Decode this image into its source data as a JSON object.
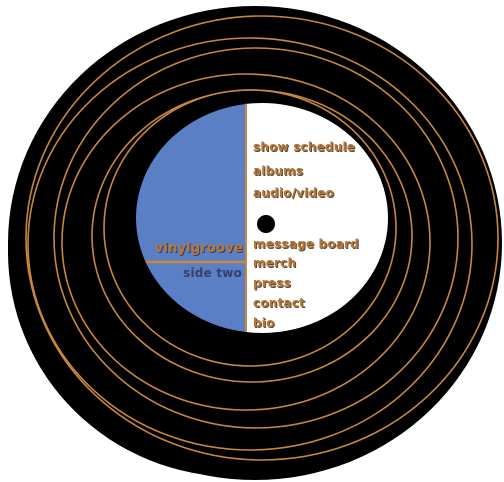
{
  "brand": {
    "title": "vinylgroove",
    "side": "side two"
  },
  "nav": {
    "items": [
      {
        "id": "show-schedule",
        "label": "show schedule"
      },
      {
        "id": "albums",
        "label": "albums"
      },
      {
        "id": "audio-video",
        "label": "audio/video"
      },
      {
        "id": "message-board",
        "label": "message board"
      },
      {
        "id": "merch",
        "label": "merch"
      },
      {
        "id": "press",
        "label": "press"
      },
      {
        "id": "contact",
        "label": "contact"
      },
      {
        "id": "bio",
        "label": "bio"
      }
    ]
  },
  "colors": {
    "vinyl": "#000000",
    "groove": "#c8873f",
    "label_left": "#5b7fc4",
    "label_right": "#ffffff",
    "link_text": "#b5793a",
    "side_text": "#3b3f66"
  }
}
